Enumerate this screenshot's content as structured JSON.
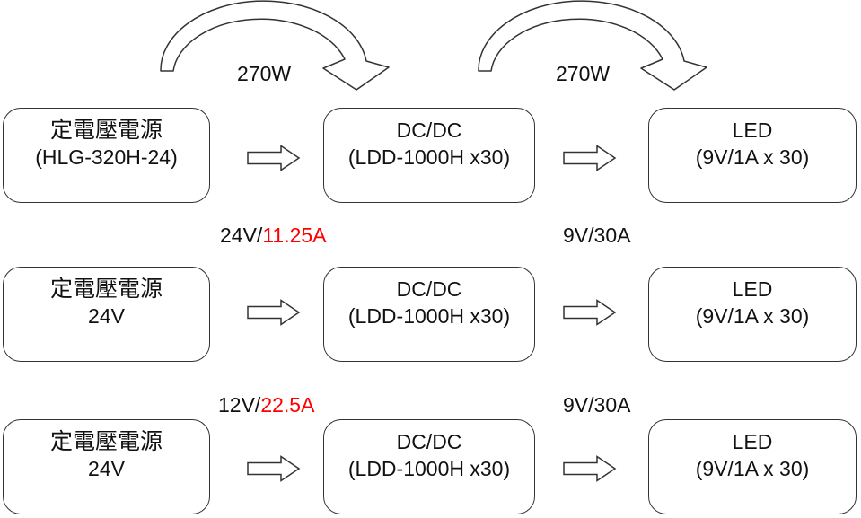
{
  "diagram": {
    "rows": [
      {
        "source_line1": "定電壓電源",
        "source_line2": "(HLG-320H-24)",
        "converter_line1": "DC/DC",
        "converter_line2": "(LDD-1000H x30)",
        "led_line1": "LED",
        "led_line2": "(9V/1A x 30)",
        "input_label_black": "270W",
        "input_label_red": "",
        "output_label_black": "270W",
        "output_label_red": ""
      },
      {
        "source_line1": "定電壓電源",
        "source_line2": "24V",
        "converter_line1": "DC/DC",
        "converter_line2": "(LDD-1000H x30)",
        "led_line1": "LED",
        "led_line2": "(9V/1A x 30)",
        "input_label_black": "24V/",
        "input_label_red": "11.25A",
        "output_label_black": "9V/30A",
        "output_label_red": ""
      },
      {
        "source_line1": "定電壓電源",
        "source_line2": "24V",
        "converter_line1": "DC/DC",
        "converter_line2": "(LDD-1000H x30)",
        "led_line1": "LED",
        "led_line2": "(9V/1A x 30)",
        "input_label_black": "12V/",
        "input_label_red": "22.5A",
        "output_label_black": "9V/30A",
        "output_label_red": ""
      }
    ],
    "colors": {
      "stroke": "#333333",
      "text": "#111111",
      "highlight_red": "#ff0000",
      "background": "#ffffff"
    }
  }
}
